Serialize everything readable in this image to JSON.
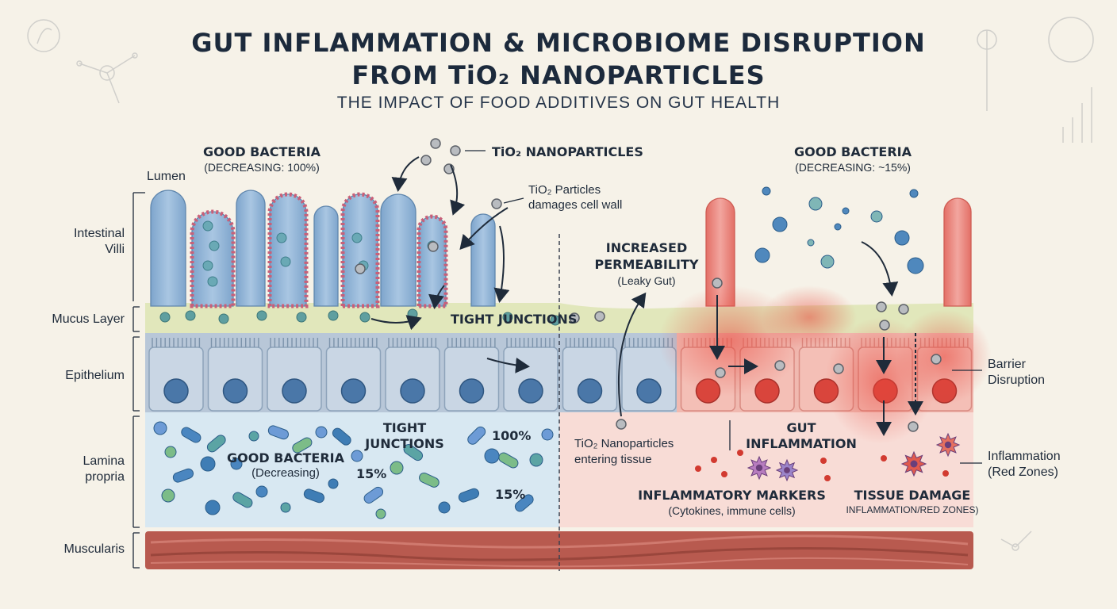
{
  "header": {
    "title_line1": "GUT INFLAMMATION & MICROBIOME DISRUPTION",
    "title_line2": "FROM TiO₂ NANOPARTICLES",
    "subtitle": "THE IMPACT OF FOOD ADDITIVES ON GUT HEALTH"
  },
  "layers": {
    "lumen": "Lumen",
    "villi_1": "Intestinal",
    "villi_2": "Villi",
    "mucus": "Mucus Layer",
    "epithelium": "Epithelium",
    "lamina_1": "Lamina",
    "lamina_2": "propria",
    "muscularis": "Muscularis"
  },
  "healthy_side": {
    "good_bacteria_title": "GOOD BACTERIA",
    "good_bacteria_status": "(DECREASING: 100%)",
    "tight_junctions_mucus": "TIGHT JUNCTIONS",
    "tight_junctions_1": "TIGHT",
    "tight_junctions_2": "JUNCTIONS",
    "lamina_bacteria_title": "GOOD BACTERIA",
    "lamina_bacteria_status": "(Decreasing)",
    "pct_100": "100%",
    "pct_15a": "15%",
    "pct_15b": "15%"
  },
  "particles": {
    "label": "TiO₂ NANOPARTICLES",
    "damage_1": "TiO₂ Particles",
    "damage_2": "damages cell wall",
    "entering_1": "TiO₂ Nanoparticles",
    "entering_2": "entering tissue"
  },
  "damaged_side": {
    "permeability_1": "INCREASED",
    "permeability_2": "PERMEABILITY",
    "permeability_3": "(Leaky Gut)",
    "good_bacteria_title": "GOOD BACTERIA",
    "good_bacteria_status": "(DECREASING: ~15%)",
    "barrier_1": "Barrier",
    "barrier_2": "Disruption",
    "gut_inflammation_1": "GUT",
    "gut_inflammation_2": "INFLAMMATION",
    "markers_title": "INFLAMMATORY MARKERS",
    "markers_sub": "(Cytokines, immune cells)",
    "tissue_damage_title": "TISSUE DAMAGE",
    "tissue_damage_sub": "INFLAMMATION/RED ZONES)",
    "inflammation_1": "Inflammation",
    "inflammation_2": "(Red Zones)"
  },
  "colors": {
    "background": "#f6f2e8",
    "healthy_villus": "#8fb3d6",
    "inflamed_villus": "#e8847c",
    "mucus": "#dfe6b8",
    "epithelium": "#c5d2e0",
    "muscularis": "#b85a4f",
    "lamina_healthy": "#d8e8f2",
    "lamina_inflamed": "#f8dcd6",
    "text": "#1f2b3a"
  }
}
